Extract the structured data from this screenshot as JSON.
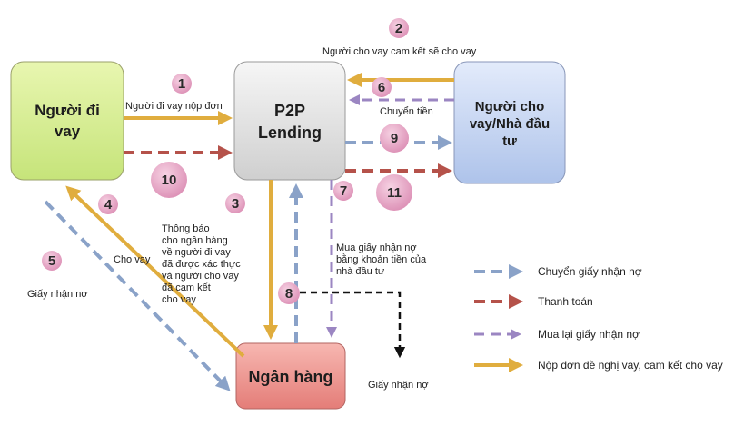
{
  "nodes": {
    "borrower": {
      "line1": "Người đi",
      "line2": "vay"
    },
    "platform": {
      "line1": "P2P",
      "line2": "Lending"
    },
    "investor": {
      "line1": "Người cho",
      "line2": "vay/Nhà đầu",
      "line3": "tư"
    },
    "bank": {
      "label": "Ngân hàng"
    }
  },
  "badges": [
    "1",
    "2",
    "3",
    "4",
    "5",
    "6",
    "7",
    "8",
    "9",
    "10",
    "11"
  ],
  "labels": {
    "apply": "Người đi vay  nộp đơn",
    "commit": "Người cho vay cam kết sẽ cho vay",
    "transfer_money": "Chuyển tiền",
    "notify": [
      "Thông báo",
      "cho ngân hàng",
      "về người đi vay",
      "đã được xác thực",
      "và người cho vay",
      "đã cam kết",
      "cho vay"
    ],
    "lend": "Cho vay",
    "note_left": "Giấy nhận nợ",
    "buy_note": [
      "Mua giấy nhận nợ",
      "bằng khoản tiền của",
      "nhà đầu tư"
    ],
    "note_bottom": "Giấy nhận nợ"
  },
  "legend": [
    {
      "text": "Chuyển giấy nhận nợ",
      "color": "#8aa2c8"
    },
    {
      "text": "Thanh toán",
      "color": "#b5524a"
    },
    {
      "text": "Mua lại giấy nhận nợ",
      "color": "#9b86c2"
    },
    {
      "text": "Nộp đơn đề nghị vay, cam kết cho vay",
      "color": "#e0ad3e"
    }
  ],
  "colors": {
    "orange": "#e0ad3e",
    "blue": "#8aa2c8",
    "red": "#b5524a",
    "purple": "#9b86c2",
    "black": "#111111",
    "badge_fill": "#e7a3c4"
  }
}
